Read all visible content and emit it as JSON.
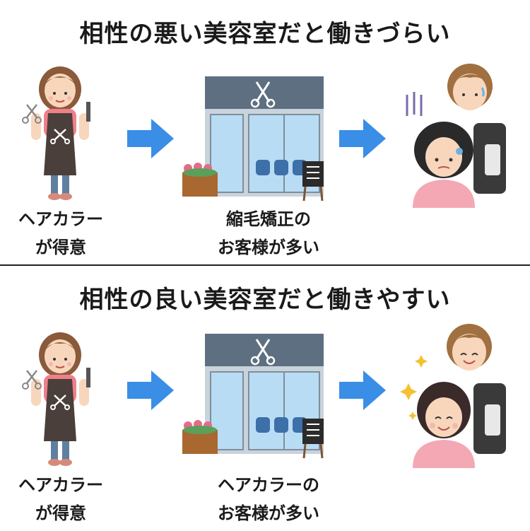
{
  "sections": [
    {
      "title": "相性の悪い美容室だと働きづらい",
      "stylist_caption": [
        "ヘアカラー",
        "が得意"
      ],
      "salon_caption": [
        "縮毛矯正の",
        "お客様が多い"
      ],
      "outcome": "confused"
    },
    {
      "title": "相性の良い美容室だと働きやすい",
      "stylist_caption": [
        "ヘアカラー",
        "が得意"
      ],
      "salon_caption": [
        "ヘアカラーの",
        "お客様が多い"
      ],
      "outcome": "happy"
    }
  ],
  "colors": {
    "arrow": "#3a8ee6",
    "salon_roof": "#5e6f82",
    "salon_glass": "#b9dcf5",
    "apron": "#4a3f3a",
    "stylist_shirt": "#f07f8a"
  }
}
